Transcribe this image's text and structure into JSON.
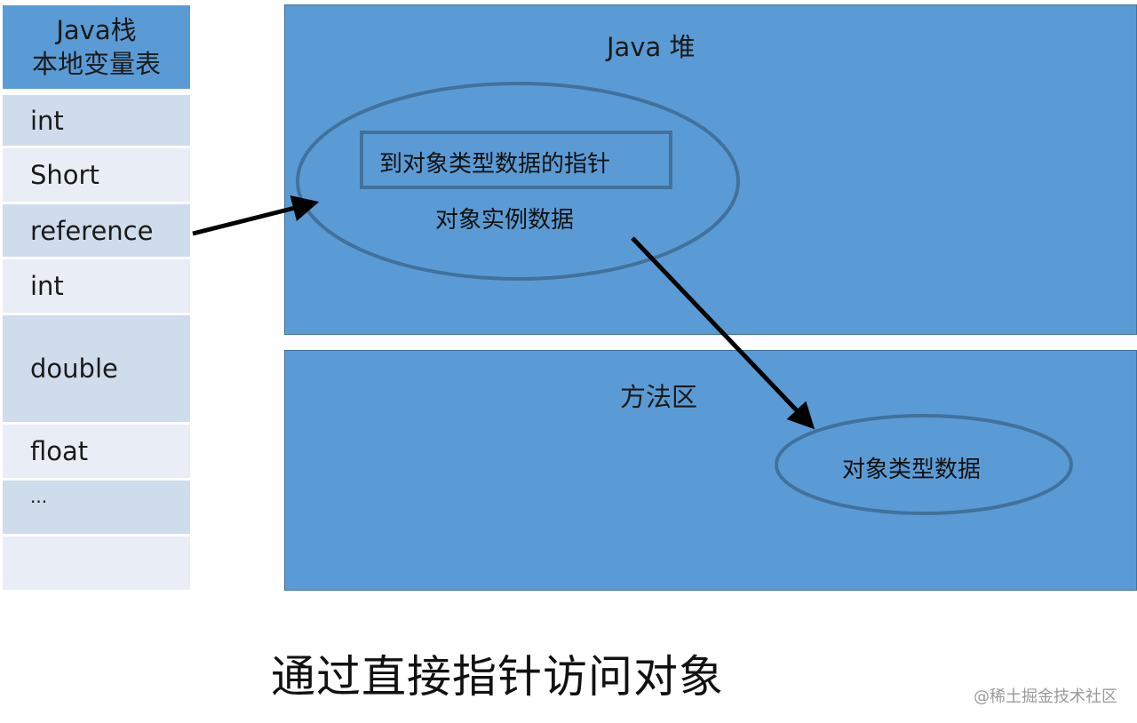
{
  "stack": {
    "title_line1": "Java栈",
    "title_line2": "本地变量表",
    "items": [
      {
        "label": "int"
      },
      {
        "label": "Short"
      },
      {
        "label": "reference"
      },
      {
        "label": "int"
      },
      {
        "label": "double"
      },
      {
        "label": "float"
      },
      {
        "label": "..."
      },
      {
        "label": ""
      }
    ]
  },
  "heap": {
    "title": "Java 堆",
    "pointer_box": "到对象类型数据的指针",
    "instance_data": "对象实例数据"
  },
  "method_area": {
    "title": "方法区",
    "type_data": "对象类型数据"
  },
  "caption": "通过直接指针访问对象",
  "watermark": "@稀土掘金技术社区",
  "colors": {
    "region_fill": "#5b9bd5",
    "region_border": "#41719c",
    "oval_stroke": "#41719c",
    "stack_dark": "#cfdcec",
    "stack_light": "#e9eef6",
    "arrow": "#000000"
  }
}
